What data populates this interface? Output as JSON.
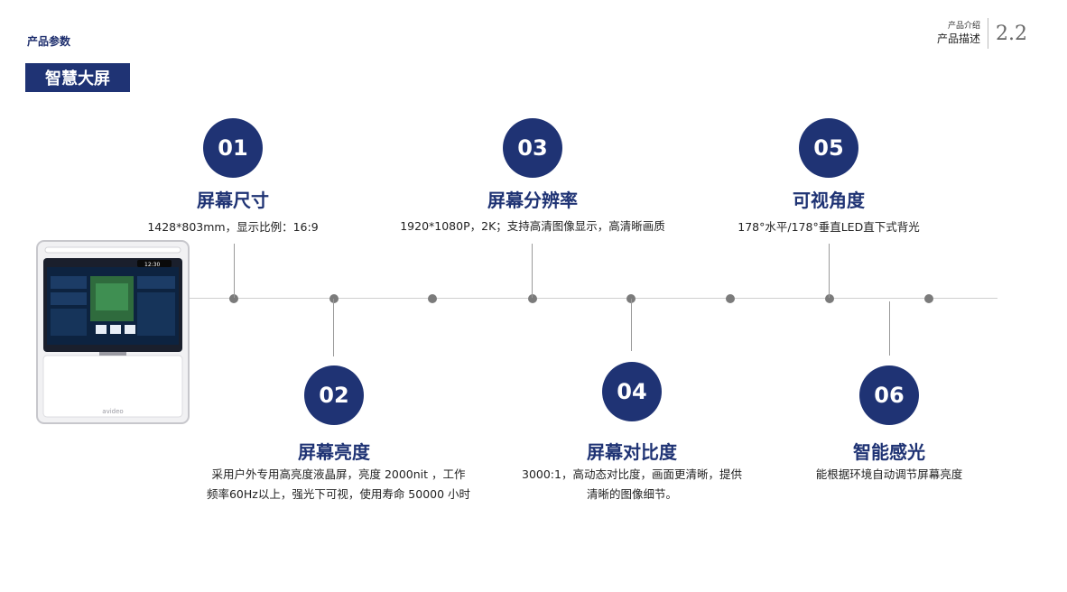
{
  "header": {
    "section_label": "产品参数",
    "title": "智慧大屏",
    "top_small": "产品介绍",
    "top_mid": "产品描述",
    "page_number": "2.2"
  },
  "device": {
    "screen_time": "12:30",
    "brand": "avideo"
  },
  "items": [
    {
      "num": "01",
      "title": "屏幕尺寸",
      "desc": "1428*803mm，显示比例：16:9"
    },
    {
      "num": "02",
      "title": "屏幕亮度",
      "desc_line1": "采用户外专用高亮度液晶屏，亮度 2000nit ，工作",
      "desc_line2": "频率60Hz以上，强光下可视，使用寿命 50000 小时"
    },
    {
      "num": "03",
      "title": "屏幕分辨率",
      "desc": "1920*1080P，2K；支持高清图像显示，高清晰画质"
    },
    {
      "num": "04",
      "title": "屏幕对比度",
      "desc_line1": "3000:1，高动态对比度，画面更清晰，提供",
      "desc_line2": "清晰的图像细节。"
    },
    {
      "num": "05",
      "title": "可视角度",
      "desc": "178°水平/178°垂直LED直下式背光"
    },
    {
      "num": "06",
      "title": "智能感光",
      "desc": "能根据环境自动调节屏幕亮度"
    }
  ],
  "colors": {
    "primary": "#1f3374",
    "dot": "#7b7b7b",
    "line": "#cfcfcf"
  }
}
